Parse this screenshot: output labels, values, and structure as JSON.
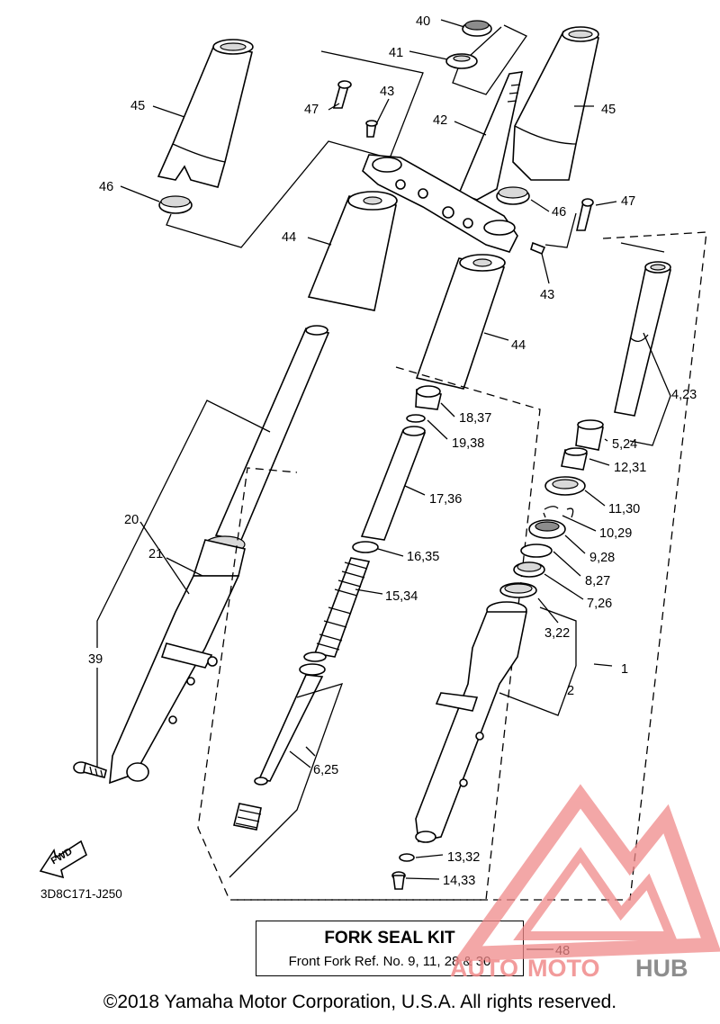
{
  "callouts": {
    "c40": "40",
    "c41": "41",
    "c42": "42",
    "c43a": "43",
    "c43b": "43",
    "c44a": "44",
    "c44b": "44",
    "c45a": "45",
    "c45b": "45",
    "c46a": "46",
    "c46b": "46",
    "c47a": "47",
    "c47b": "47",
    "c4": "4,23",
    "c5": "5,24",
    "c12": "12,31",
    "c11": "11,30",
    "c10": "10,29",
    "c9": "9,28",
    "c8": "8,27",
    "c7": "7,26",
    "c3": "3,22",
    "c1": "1",
    "c2": "2",
    "c18": "18,37",
    "c19": "19,38",
    "c17": "17,36",
    "c16": "16,35",
    "c15": "15,34",
    "c6": "6,25",
    "c13": "13,32",
    "c14": "14,33",
    "c20": "20",
    "c21": "21",
    "c39": "39"
  },
  "fwd_label": "FWD",
  "diagram_code": "3D8C171-J250",
  "seal_kit": {
    "title": "FORK SEAL KIT",
    "subtitle": "Front Fork Ref. No. 9, 11, 28 & 30",
    "ref": "48"
  },
  "watermark": {
    "auto": "AUTO",
    "moto": "MOTO",
    "hub": "HUB",
    "colors": {
      "red": "#f08a8a",
      "gray": "#7a7a7a"
    }
  },
  "copyright": "©2018 Yamaha Motor Corporation, U.S.A. All rights reserved."
}
